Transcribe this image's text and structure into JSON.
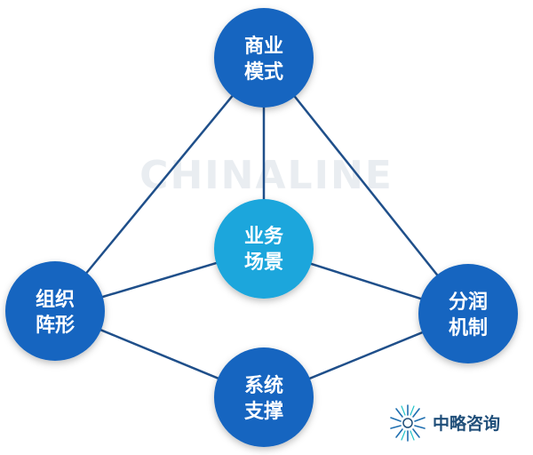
{
  "colors": {
    "node_primary": "#1565c0",
    "node_center": "#1ba6dc",
    "edge": "#1f4f8a",
    "logo_text": "#1f4e79"
  },
  "watermark": {
    "text": "CHINALINE"
  },
  "nodes": {
    "top": {
      "line1": "商业",
      "line2": "模式"
    },
    "left": {
      "line1": "组织",
      "line2": "阵形"
    },
    "right": {
      "line1": "分润",
      "line2": "机制"
    },
    "bottom": {
      "line1": "系统",
      "line2": "支撑"
    },
    "center": {
      "line1": "业务",
      "line2": "场景"
    }
  },
  "logo": {
    "name": "中略咨询",
    "icon": "radial-burst-logo-icon"
  }
}
